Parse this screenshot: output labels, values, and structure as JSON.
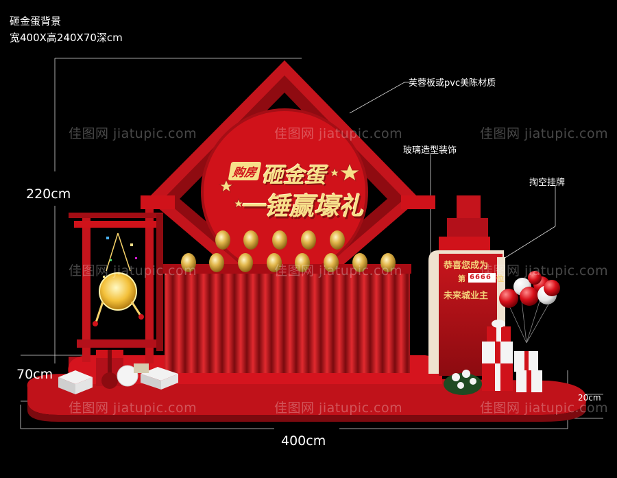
{
  "header": {
    "title": "砸金蛋背景",
    "size": "宽400X高240X70深cm"
  },
  "dimensions": {
    "height_main": "220cm",
    "height_stage": "70cm",
    "width": "400cm",
    "depth": "20cm"
  },
  "notes": {
    "material": "芙蓉板或pvc美陈材质",
    "glass": "玻璃造型装饰",
    "hollow_sign": "掏空挂牌"
  },
  "backdrop": {
    "badge": "购房",
    "title_line1": "砸金蛋",
    "title_line2": "一锤赢壕礼"
  },
  "board": {
    "line1": "恭喜您成为",
    "prefix": "第",
    "number": "6666",
    "suffix": "位",
    "line3": "未来城业主"
  },
  "watermark": "佳图网 jiatupic.com",
  "colors": {
    "background": "#000000",
    "red": "#d0121a",
    "dark_red": "#8e0a10",
    "gold": "#f7e08a"
  },
  "icons": [
    "gong-icon",
    "golden-egg-icon",
    "star-icon",
    "balloon-icon",
    "gift-box-icon",
    "flower-icon"
  ]
}
